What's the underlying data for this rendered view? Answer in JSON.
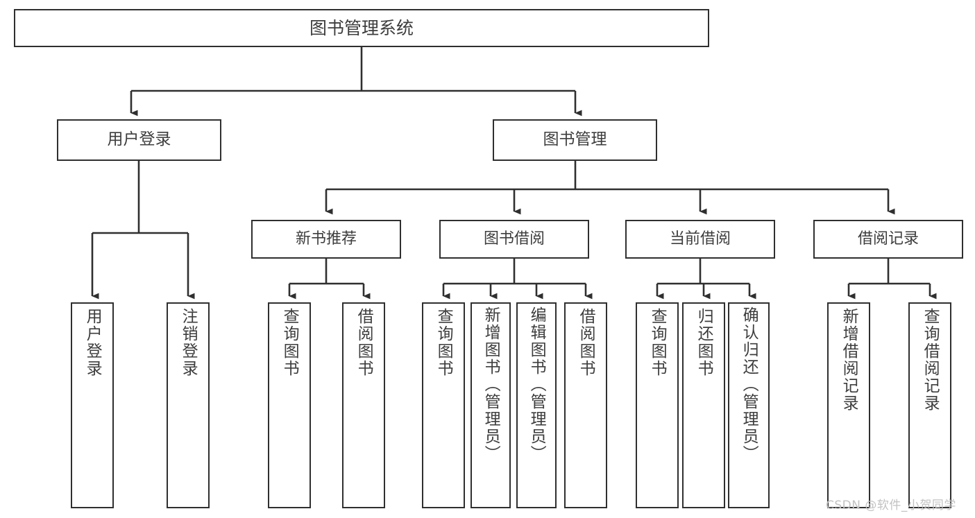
{
  "diagram": {
    "title": "图书管理系统",
    "type": "tree-hierarchy-diagram",
    "colors": {
      "box_border": "#2f2f2f",
      "box_fill": "#ffffff",
      "text": "#3d3d3d",
      "edge": "#333333",
      "watermark": "#c2c2c2",
      "background": "#ffffff"
    },
    "root": {
      "label": "图书管理系统"
    },
    "level1": [
      {
        "label": "用户登录"
      },
      {
        "label": "图书管理"
      }
    ],
    "level2": [
      {
        "label": "新书推荐"
      },
      {
        "label": "图书借阅"
      },
      {
        "label": "当前借阅"
      },
      {
        "label": "借阅记录"
      }
    ],
    "leaves": {
      "user_login": [
        {
          "label": "用户登录"
        },
        {
          "label": "注销登录"
        }
      ],
      "new_book_recommend": [
        {
          "label": "查询图书"
        },
        {
          "label": "借阅图书"
        }
      ],
      "book_borrow": [
        {
          "label": "查询图书"
        },
        {
          "label": "新增图书（管理员）"
        },
        {
          "label": "编辑图书（管理员）"
        },
        {
          "label": "借阅图书"
        }
      ],
      "current_borrow": [
        {
          "label": "查询图书"
        },
        {
          "label": "归还图书"
        },
        {
          "label": "确认归还（管理员）"
        }
      ],
      "borrow_record": [
        {
          "label": "新增借阅记录"
        },
        {
          "label": "查询借阅记录"
        }
      ]
    }
  },
  "watermark": {
    "text": "CSDN @软件_小贺同学"
  }
}
